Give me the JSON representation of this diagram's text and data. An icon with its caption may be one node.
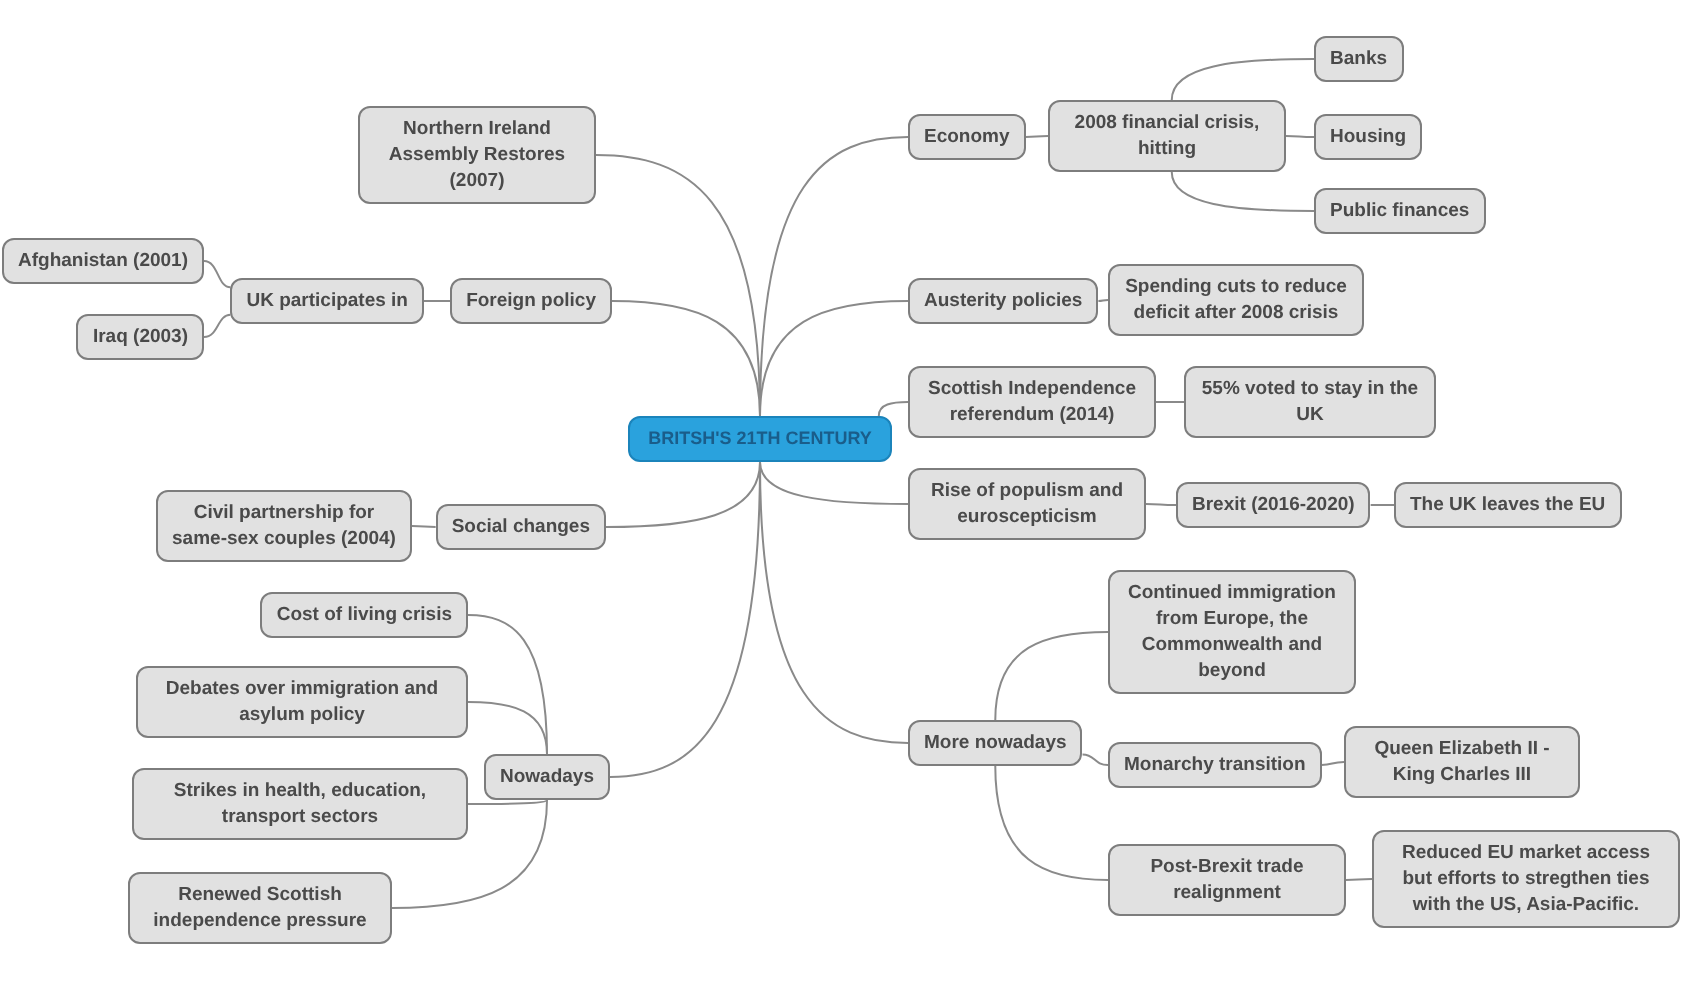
{
  "diagram": {
    "nodes": [
      {
        "text": [
          "BRITSH'S 21TH CENTURY"
        ]
      },
      {
        "text": [
          "Economy"
        ]
      },
      {
        "text": [
          "2008 financial crisis, hitting"
        ]
      },
      {
        "text": [
          "Banks"
        ]
      },
      {
        "text": [
          "Housing"
        ]
      },
      {
        "text": [
          "Public finances"
        ]
      },
      {
        "text": [
          "Austerity policies"
        ]
      },
      {
        "text": [
          "Spending cuts to reduce deficit after 2008 crisis"
        ]
      },
      {
        "text": [
          "Scottish Independence referendum (2014)"
        ]
      },
      {
        "text": [
          "55% voted to stay in the UK"
        ]
      },
      {
        "text": [
          "Rise of populism and euroscepticism"
        ]
      },
      {
        "text": [
          "Brexit (2016-2020)"
        ]
      },
      {
        "text": [
          "The UK leaves the EU"
        ]
      },
      {
        "text": [
          "More nowadays"
        ]
      },
      {
        "text": [
          "Continued immigration from Europe, the Commonwealth and beyond"
        ]
      },
      {
        "text": [
          "Monarchy transition"
        ]
      },
      {
        "text": [
          "Queen Elizabeth II - King Charles III"
        ]
      },
      {
        "text": [
          "Post-Brexit trade realignment"
        ]
      },
      {
        "text": [
          "Reduced EU market access but efforts to stregthen ties with the US, Asia-Pacific."
        ]
      },
      {
        "text": [
          "Northern Ireland Assembly Restores (2007)"
        ]
      },
      {
        "text": [
          "Foreign policy"
        ]
      },
      {
        "text": [
          "UK participates in"
        ]
      },
      {
        "text": [
          "Afghanistan (2001)"
        ]
      },
      {
        "text": [
          "Iraq (2003)"
        ]
      },
      {
        "text": [
          "Social changes"
        ]
      },
      {
        "text": [
          "Civil partnership for same-sex couples (2004)"
        ]
      },
      {
        "text": [
          "Nowadays"
        ]
      },
      {
        "text": [
          "Cost of living crisis"
        ]
      },
      {
        "text": [
          "Debates over immigration and asylum policy"
        ]
      },
      {
        "text": [
          "Strikes in health, education, transport sectors"
        ]
      },
      {
        "text": [
          "Renewed Scottish independence pressure"
        ]
      }
    ],
    "edges": [
      {
        "from": 0,
        "to": 1,
        "arrow": "none"
      },
      {
        "from": 1,
        "to": 2,
        "arrow": "none"
      },
      {
        "from": 2,
        "to": 3,
        "arrow": "none"
      },
      {
        "from": 2,
        "to": 4,
        "arrow": "none"
      },
      {
        "from": 2,
        "to": 5,
        "arrow": "none"
      },
      {
        "from": 0,
        "to": 6,
        "arrow": "none"
      },
      {
        "from": 6,
        "to": 7,
        "arrow": "none"
      },
      {
        "from": 0,
        "to": 8,
        "arrow": "none"
      },
      {
        "from": 8,
        "to": 9,
        "arrow": "none"
      },
      {
        "from": 0,
        "to": 10,
        "arrow": "none"
      },
      {
        "from": 10,
        "to": 11,
        "arrow": "none"
      },
      {
        "from": 11,
        "to": 12,
        "arrow": "none"
      },
      {
        "from": 0,
        "to": 13,
        "arrow": "none"
      },
      {
        "from": 13,
        "to": 14,
        "arrow": "none"
      },
      {
        "from": 13,
        "to": 15,
        "arrow": "none"
      },
      {
        "from": 15,
        "to": 16,
        "arrow": "none"
      },
      {
        "from": 13,
        "to": 17,
        "arrow": "none"
      },
      {
        "from": 17,
        "to": 18,
        "arrow": "none"
      },
      {
        "from": 0,
        "to": 19,
        "arrow": "none"
      },
      {
        "from": 0,
        "to": 20,
        "arrow": "none"
      },
      {
        "from": 20,
        "to": 21,
        "arrow": "none"
      },
      {
        "from": 21,
        "to": 22,
        "arrow": "none"
      },
      {
        "from": 21,
        "to": 23,
        "arrow": "none"
      },
      {
        "from": 0,
        "to": 24,
        "arrow": "none"
      },
      {
        "from": 24,
        "to": 25,
        "arrow": "none"
      },
      {
        "from": 0,
        "to": 26,
        "arrow": "none"
      },
      {
        "from": 26,
        "to": 27,
        "arrow": "none"
      },
      {
        "from": 26,
        "to": 28,
        "arrow": "none"
      },
      {
        "from": 26,
        "to": 29,
        "arrow": "none"
      },
      {
        "from": 26,
        "to": 30,
        "arrow": "none"
      }
    ]
  }
}
